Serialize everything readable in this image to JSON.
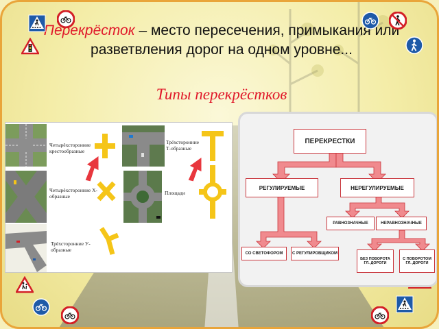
{
  "title": {
    "accent": "Перекрёсток",
    "rest": " – место пересечения, примыкания или разветвления дорог на одном уровне..."
  },
  "subtitle": "Типы перекрёстков",
  "intersections": {
    "four_way_cross": "Четырёхсторонние крестообразные",
    "three_way_t": "Трёхсторонние Т-образные",
    "four_way_x": "Четырёхсторонние Х-образные",
    "squares": "Площади",
    "three_way_y": "Трёхсторонние У-образные"
  },
  "diagram": {
    "root": "ПЕРЕКРЕСТКИ",
    "regulated": "РЕГУЛИРУЕМЫЕ",
    "unregulated": "НЕРЕГУЛИРУЕМЫЕ",
    "equal": "РАВНОЗНАЧНЫЕ",
    "unequal": "НЕРАВНОЗНАЧНЫЕ",
    "by_light": "СО СВЕТОФОРОМ",
    "by_officer": "С РЕГУЛИРОВЩИКОМ",
    "no_turn": "БЕЗ ПОВОРОТА ГЛ. ДОРОГИ",
    "with_turn": "С ПОВОРОТОМ ГЛ. ДОРОГИ"
  },
  "colors": {
    "accent_red": "#e0182a",
    "sign_yellow": "#f5c518",
    "border_orange": "#e9a53a",
    "arrow_red": "#e8373e",
    "connector_pink": "#f08a8e"
  },
  "icons": [
    "pedestrian-crossing-sign-icon",
    "no-bicycles-sign-icon",
    "bicycle-path-sign-icon",
    "no-pedestrians-sign-icon",
    "traffic-light-warning-sign-icon",
    "pedestrian-path-sign-icon",
    "children-warning-sign-icon"
  ]
}
